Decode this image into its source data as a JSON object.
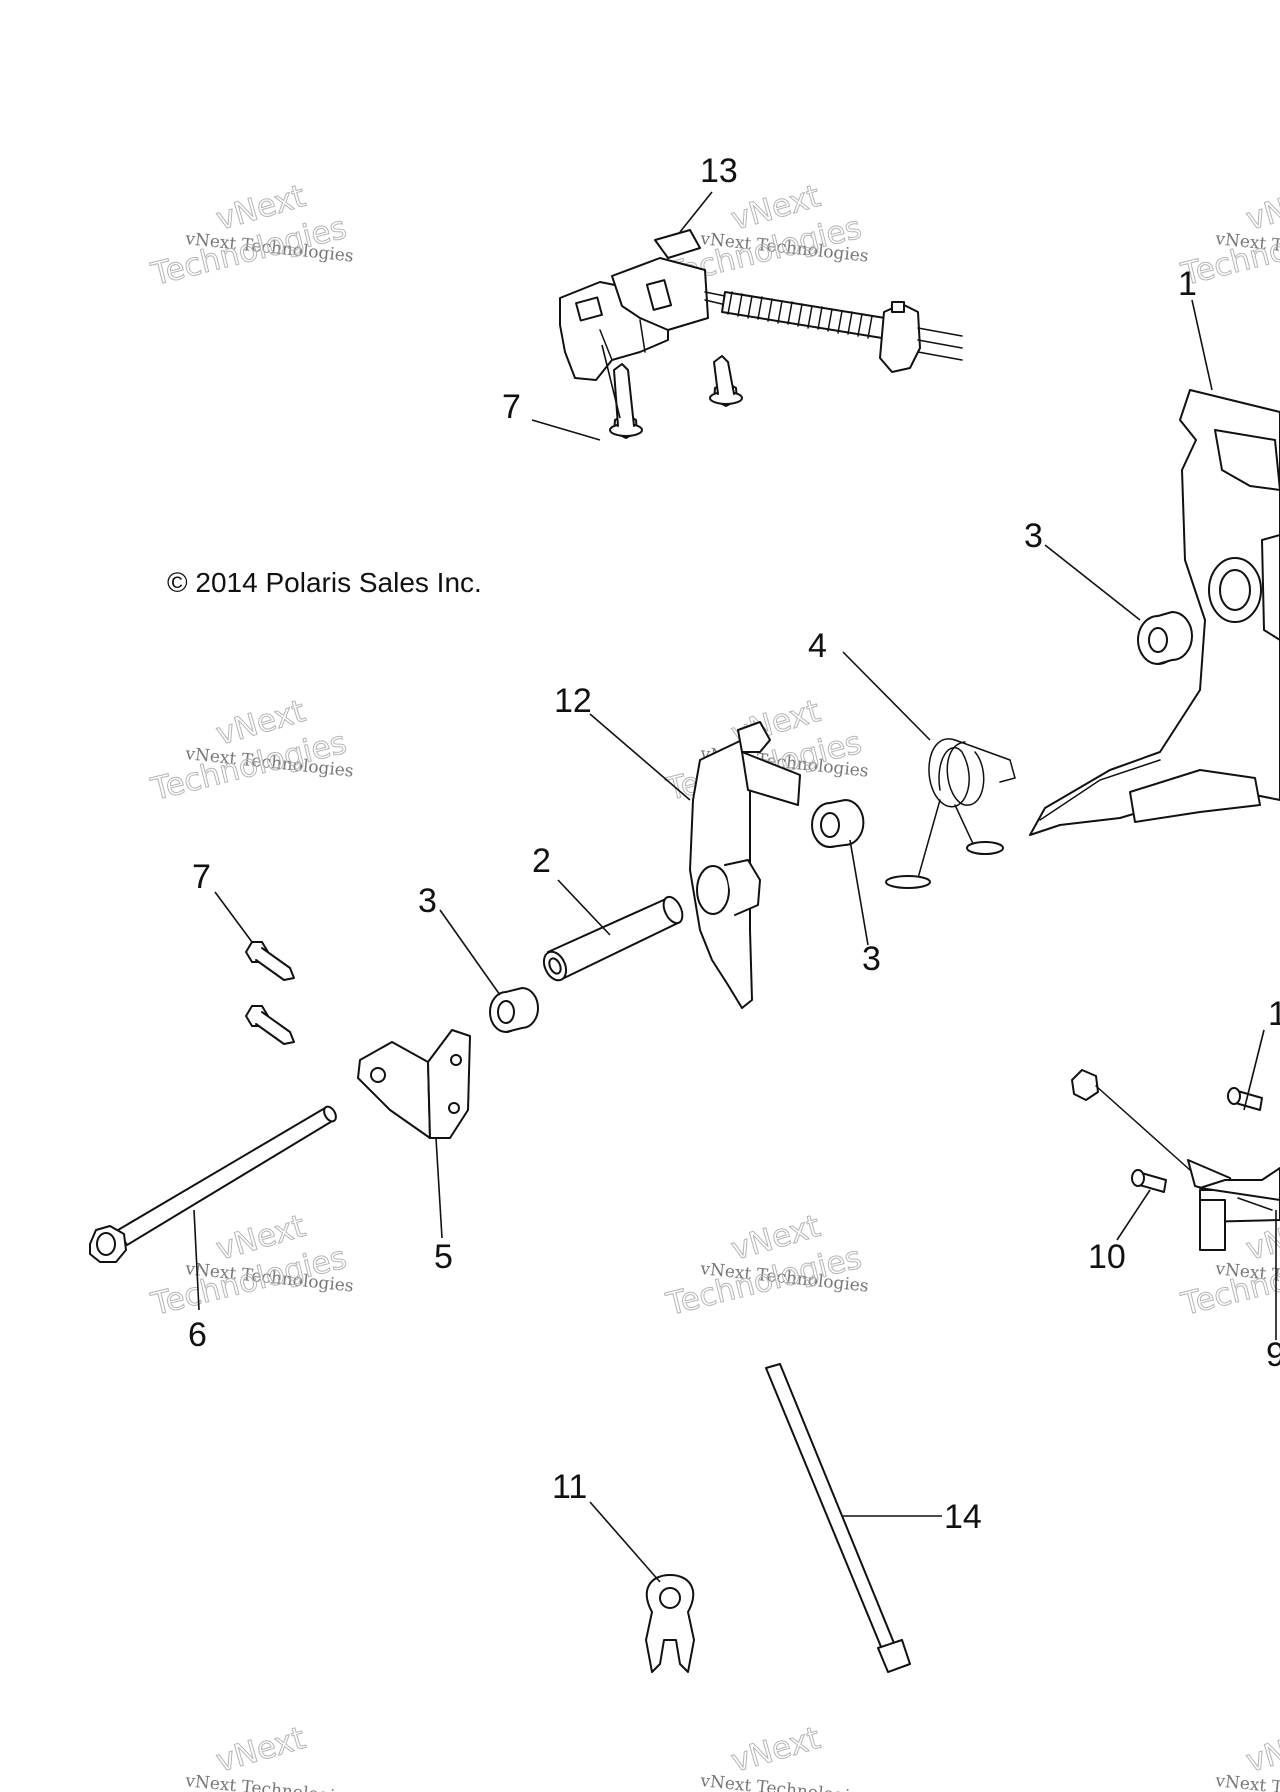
{
  "copyright": "© 2014 Polaris Sales Inc.",
  "watermark": {
    "line1": "vNext Technologies",
    "line2": "vNext",
    "line3": "Technologies"
  },
  "callouts": {
    "c1": "1",
    "c2": "2",
    "c3a": "3",
    "c3b": "3",
    "c3c": "3",
    "c4": "4",
    "c5": "5",
    "c6": "6",
    "c7a": "7",
    "c7b": "7",
    "c9": "9",
    "c10a": "10",
    "c10b": "1",
    "c11": "11",
    "c12": "12",
    "c13": "13",
    "c14": "14"
  },
  "colors": {
    "line": "#111111",
    "watermark": "#b5b5b5"
  }
}
